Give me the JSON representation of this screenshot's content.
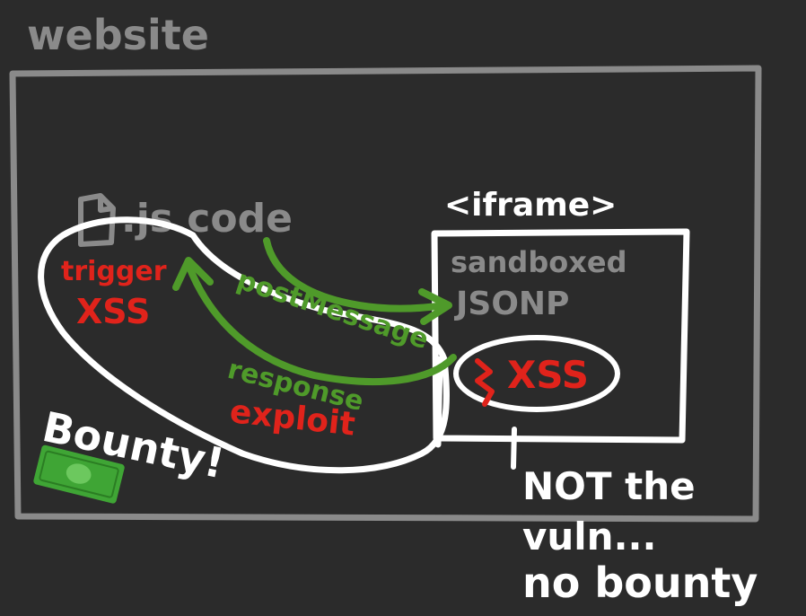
{
  "labels": {
    "website": "website",
    "js_code": ".js code",
    "iframe": "<iframe>",
    "sandboxed": "sandboxed",
    "jsonp": "JSONP",
    "trigger": "trigger",
    "xss_left": "XSS",
    "post_message": "postMessage",
    "response": "response",
    "exploit": "exploit",
    "xss_iframe": "XSS",
    "bounty": "Bounty!",
    "not_the": "NOT the",
    "vuln": "vuln...",
    "no_bounty": "no bounty"
  },
  "icons": {
    "file": "file-icon",
    "money": "money-bill-icon",
    "lightning": "lightning-icon"
  },
  "colors": {
    "background": "#2b2b2b",
    "frame": "#8a8a8a",
    "muted_text": "#8a8a8a",
    "white": "#ffffff",
    "green": "#4f9a2a",
    "red": "#e0231b",
    "money": "#3fa535"
  }
}
